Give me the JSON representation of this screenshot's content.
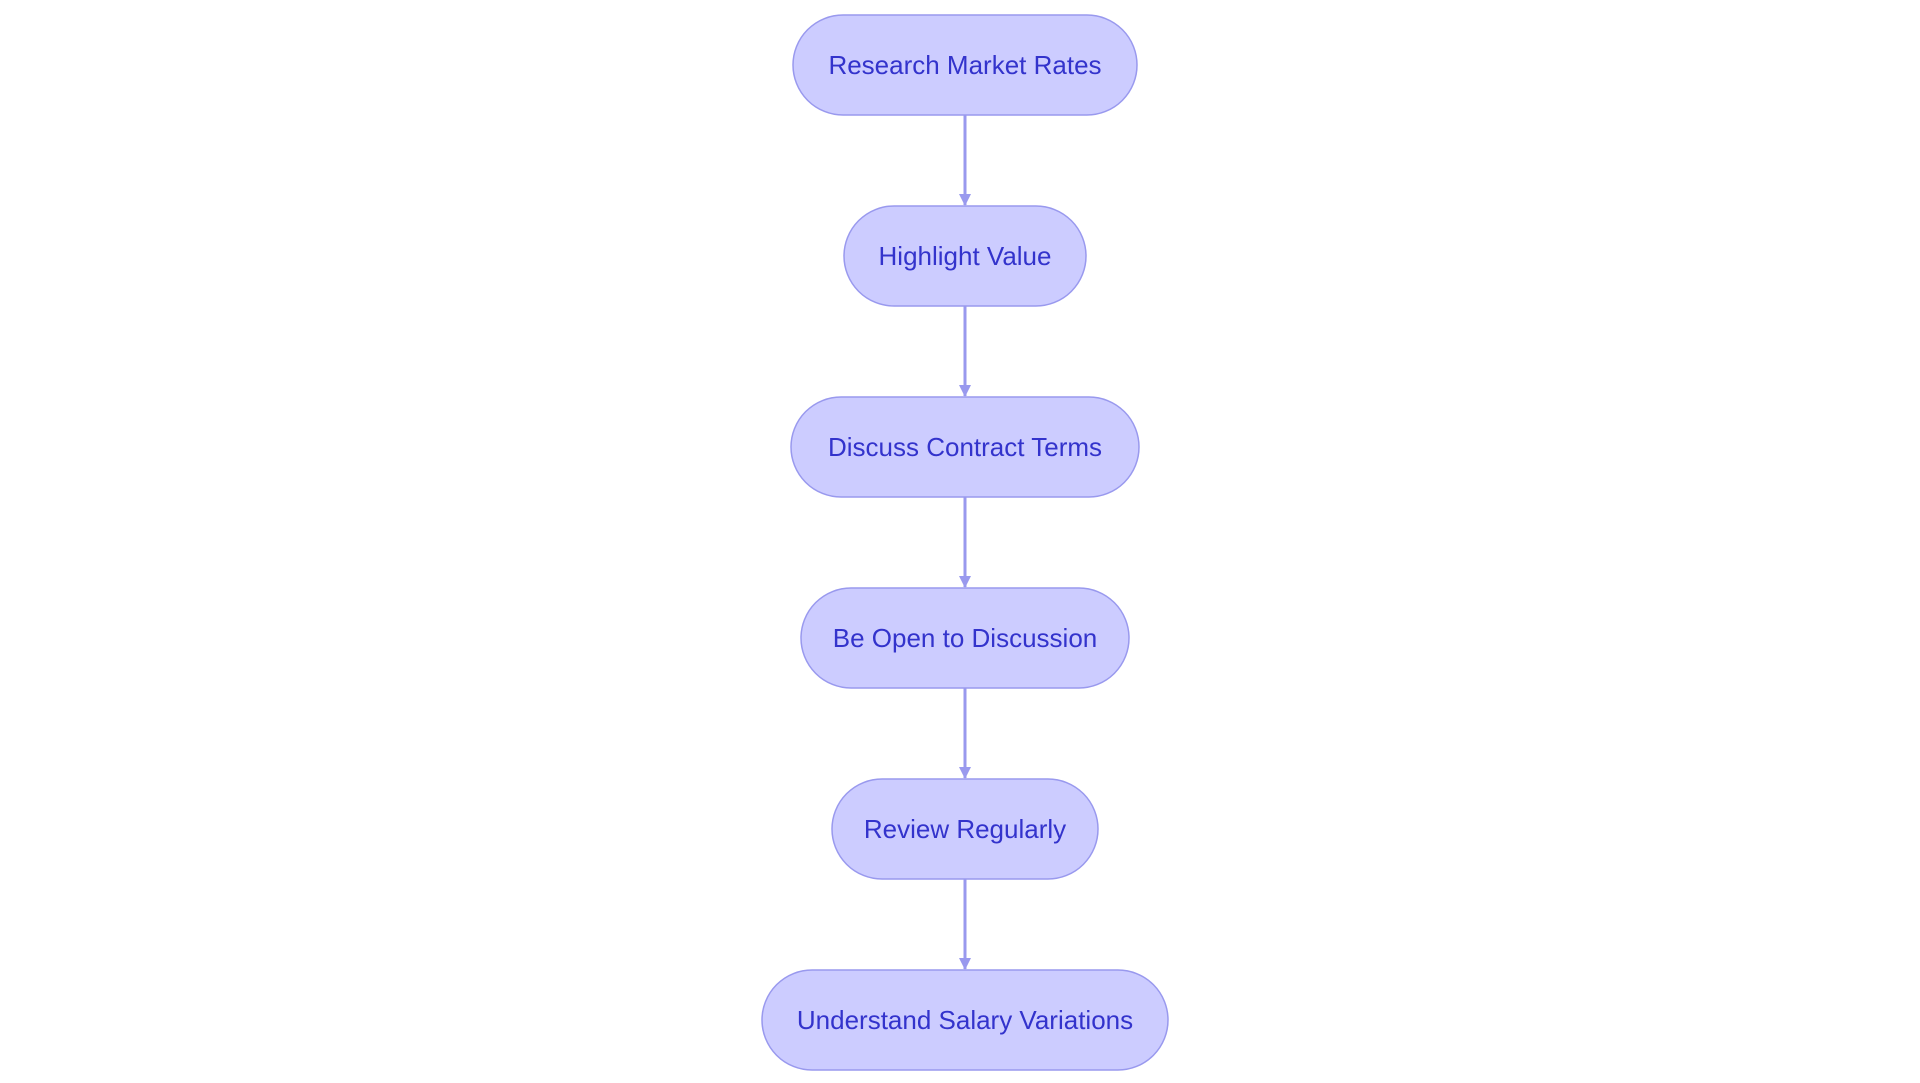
{
  "flowchart": {
    "colors": {
      "node_fill": "#CCCCFF",
      "node_stroke": "#9999EE",
      "node_text": "#3333CC",
      "edge": "#9999EE"
    },
    "nodes": [
      {
        "id": "research-market-rates",
        "label": "Research Market Rates"
      },
      {
        "id": "highlight-value",
        "label": "Highlight Value"
      },
      {
        "id": "discuss-contract-terms",
        "label": "Discuss Contract Terms"
      },
      {
        "id": "be-open-to-discussion",
        "label": "Be Open to Discussion"
      },
      {
        "id": "review-regularly",
        "label": "Review Regularly"
      },
      {
        "id": "understand-salary-variations",
        "label": "Understand Salary Variations"
      }
    ],
    "edges": [
      {
        "from": "research-market-rates",
        "to": "highlight-value"
      },
      {
        "from": "highlight-value",
        "to": "discuss-contract-terms"
      },
      {
        "from": "discuss-contract-terms",
        "to": "be-open-to-discussion"
      },
      {
        "from": "be-open-to-discussion",
        "to": "review-regularly"
      },
      {
        "from": "review-regularly",
        "to": "understand-salary-variations"
      }
    ]
  }
}
